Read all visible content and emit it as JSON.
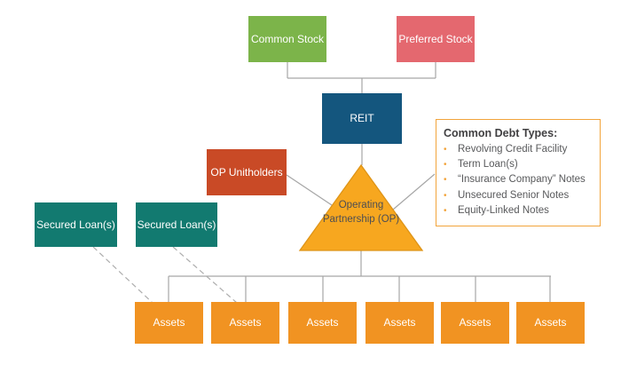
{
  "diagram_title": "REIT / Operating Partnership capital structure diagram",
  "colors": {
    "common_stock": "#7CB44A",
    "preferred_stock": "#E4686F",
    "reit": "#14567E",
    "op_unitholders": "#C94A26",
    "secured_loan": "#127A70",
    "op_triangle": "#F7A71F",
    "op_triangle_border": "#DE9417",
    "assets": "#F19322",
    "debt_box_border": "#F2A43B",
    "connector": "#A6A6A6",
    "dashed": "#ADADAD",
    "box_text": "#FFFFFF",
    "triangle_text": "#4D4E53",
    "debt_title_text": "#414042",
    "debt_item_text": "#58595B",
    "bullet": "#F2A43B"
  },
  "nodes": {
    "common_stock": "Common Stock",
    "preferred_stock": "Preferred Stock",
    "reit": "REIT",
    "op_unitholders": "OP Unitholders",
    "operating_partnership": "Operating Partnership (OP)",
    "secured_loan_1": "Secured Loan(s)",
    "secured_loan_2": "Secured Loan(s)"
  },
  "assets": {
    "labels": [
      "Assets",
      "Assets",
      "Assets",
      "Assets",
      "Assets",
      "Assets"
    ]
  },
  "debt_box": {
    "title": "Common Debt Types:",
    "items": [
      "Revolving Credit Facility",
      "Term Loan(s)",
      "“Insurance Company” Notes",
      "Unsecured Senior Notes",
      "Equity-Linked Notes"
    ]
  }
}
